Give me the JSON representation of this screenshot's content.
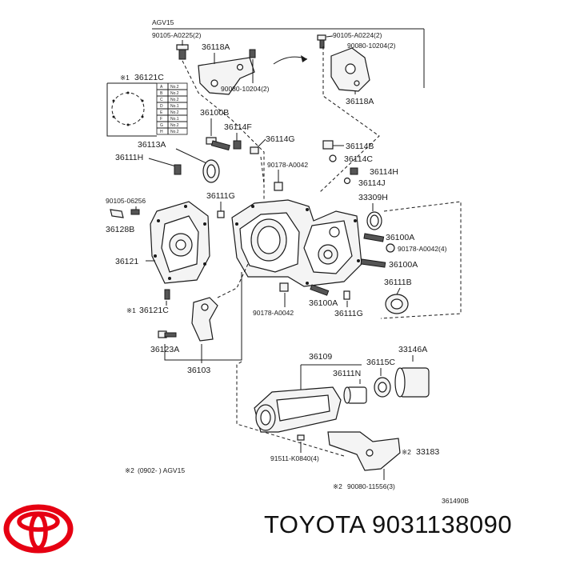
{
  "diagram": {
    "model_header": "AGV15",
    "labels": {
      "bolt_left": "90105-A0225(2)",
      "bracket_left": "36118A",
      "bolt_left_small": "90080-10204(2)",
      "bolt_right": "90105-A0224(2)",
      "bolt_right_small": "90080-10204(2)",
      "bracket_right": "36118A",
      "cover_ref": "36121C",
      "ref_mark_1": "※1",
      "stud": "36100B",
      "plug_f": "36114F",
      "plug_g": "36114G",
      "plug_b": "36114B",
      "plug_c": "36114C",
      "plug_h": "36114H",
      "plug_j": "36114J",
      "seal": "36113A",
      "breather": "36111H",
      "gasket_left": "90178-A0042",
      "pin_g_top": "36111G",
      "oring": "33309H",
      "bolt_small_left": "90105-06256",
      "clip": "36128B",
      "cover": "36121",
      "stud_a1": "36100A",
      "gasket_right": "90178-A0042(4)",
      "stud_a2": "36100A",
      "oil_seal": "36111B",
      "cover_bolt_label": "36121C",
      "ref_mark_1b": "※1",
      "gasket_bottom": "90178-A0042",
      "stud_a3": "36100A",
      "pin_g_bottom": "36111G",
      "bracket_bolt": "36123A",
      "bracket": "36103",
      "extension": "36109",
      "bearing_c": "36115C",
      "sleeve": "33146A",
      "bushing": "36111N",
      "bolt_bottom": "91511-K0840(4)",
      "mount": "33183",
      "ref_mark_2a": "※2",
      "ref_mark_2b": "※2",
      "nut_bottom": "90080-11556(3)",
      "footnote_mark": "※2",
      "footnote_text": "(0902-      ) AGV15",
      "drawing_number": "361490B"
    },
    "legend_table": {
      "letters": [
        "A",
        "B",
        "C",
        "D",
        "E",
        "F",
        "G",
        "H"
      ],
      "values": [
        "No.2",
        "No.2",
        "No.2",
        "No.1",
        "No.2",
        "No.1",
        "No.2",
        "No.2"
      ]
    }
  },
  "footer": {
    "caption": "TOYOTA 9031138090",
    "logo_icon": "toyota-emblem-icon",
    "logo_color": "#e60012"
  }
}
